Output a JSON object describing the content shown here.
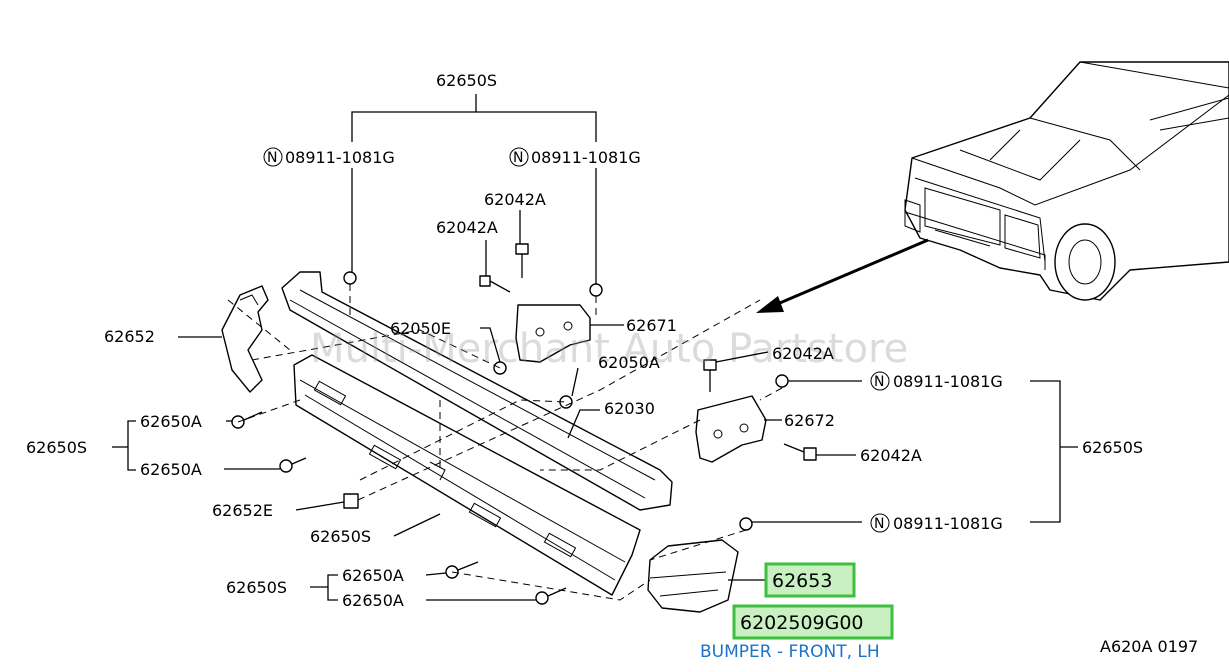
{
  "labels": {
    "l_62650s_top": "62650S",
    "l_nut_tl": "08911-1081G",
    "l_nut_tr": "08911-1081G",
    "l_62042a_1": "62042A",
    "l_62042a_2": "62042A",
    "l_62652": "62652",
    "l_62050e": "62050E",
    "l_62671": "62671",
    "l_62042a_3": "62042A",
    "l_62050a": "62050A",
    "l_nut_r1": "08911-1081G",
    "l_62030": "62030",
    "l_62650a_1": "62650A",
    "l_62672": "62672",
    "l_62650s_left": "62650S",
    "l_62650s_right": "62650S",
    "l_62650a_2": "62650A",
    "l_62042a_4": "62042A",
    "l_62652e": "62652E",
    "l_nut_r2": "08911-1081G",
    "l_62650s_mid": "62650S",
    "l_62650a_3": "62650A",
    "l_62650s_bl": "62650S",
    "l_62650a_4": "62650A",
    "l_62653": "62653",
    "part_number": "6202509G00",
    "caption": "BUMPER - FRONT, LH",
    "figure_code": "A620A 0197",
    "watermark": "Multi-Merchant Auto Partstore",
    "nut_symbol": "N"
  },
  "colors": {
    "highlight_border": "#3fbf3f",
    "highlight_fill": "#c8f0c0",
    "caption": "#1a73c8"
  }
}
